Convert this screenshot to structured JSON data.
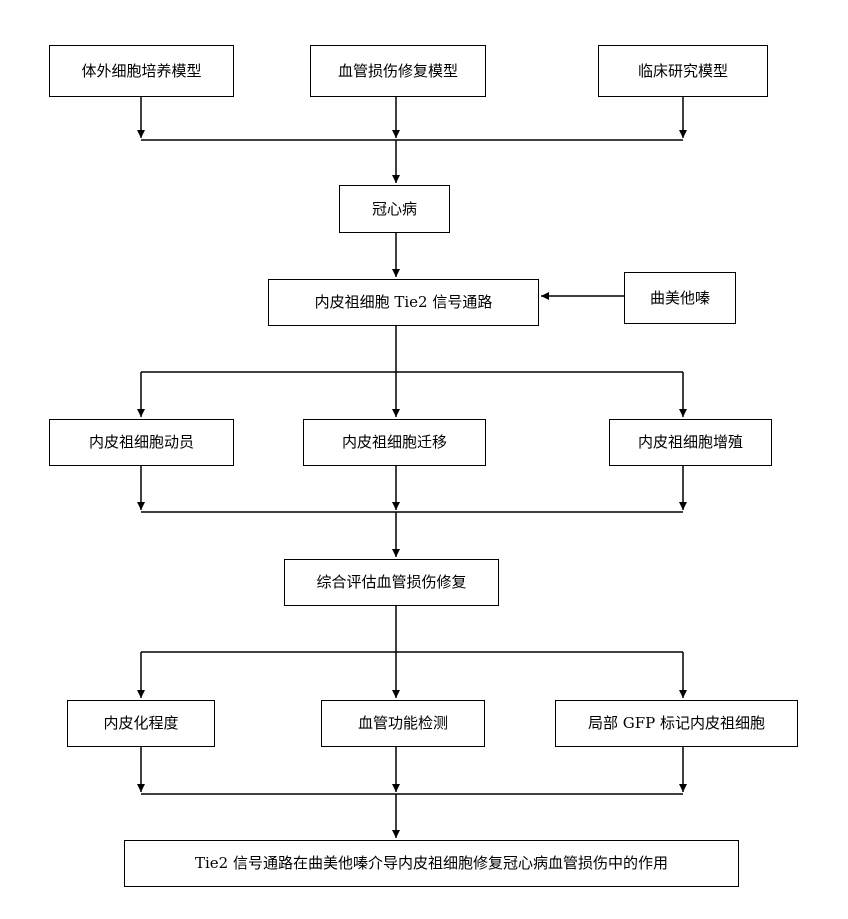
{
  "colors": {
    "line": "#000000",
    "box_border": "#000000",
    "background": "#ffffff"
  },
  "row1": {
    "in_vitro": "体外细胞培养模型",
    "vascular_repair": "血管损伤修复模型",
    "clinical": "临床研究模型"
  },
  "chd": "冠心病",
  "pathway": "内皮祖细胞 Tie2 信号通路",
  "drug": "曲美他嗪",
  "row4": {
    "mobilization": "内皮祖细胞动员",
    "migration": "内皮祖细胞迁移",
    "proliferation": "内皮祖细胞增殖"
  },
  "assessment": "综合评估血管损伤修复",
  "row6": {
    "endothelialization": "内皮化程度",
    "vascular_function": "血管功能检测",
    "gfp_label": "局部 GFP 标记内皮祖细胞"
  },
  "conclusion": "Tie2 信号通路在曲美他嗪介导内皮祖细胞修复冠心病血管损伤中的作用"
}
